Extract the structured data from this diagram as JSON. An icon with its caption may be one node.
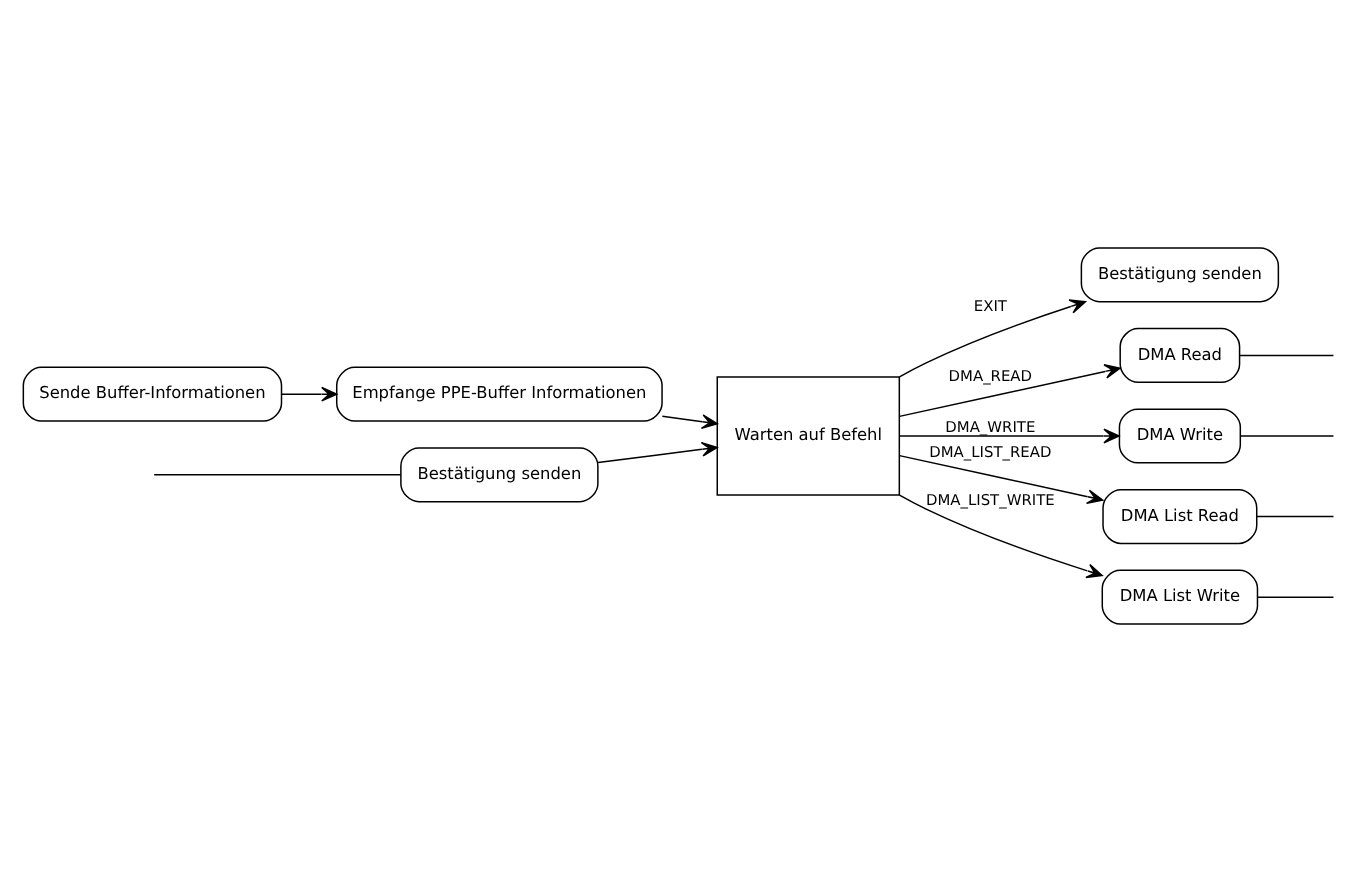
{
  "diagram": {
    "nodes": [
      {
        "text": [
          "Sende Buffer-Informationen"
        ]
      },
      {
        "text": [
          "Empfange PPE-Buffer Informationen"
        ]
      },
      {
        "text": [
          "Warten auf Befehl"
        ]
      },
      {
        "text": [
          "Bestätigung senden"
        ]
      },
      {
        "text": [
          "DMA Read"
        ]
      },
      {
        "text": [
          "DMA Write"
        ]
      },
      {
        "text": [
          "DMA List Read"
        ]
      },
      {
        "text": [
          "DMA List Write"
        ]
      },
      {
        "text": [
          "Bestätigung senden"
        ]
      }
    ],
    "edges": [
      {
        "from": 0,
        "to": 1,
        "arrow": "to"
      },
      {
        "from": 1,
        "to": 2,
        "arrow": "to"
      },
      {
        "from": 2,
        "to": 3,
        "arrow": "to",
        "label": "EXIT"
      },
      {
        "from": 2,
        "to": 4,
        "arrow": "to",
        "label": "DMA_READ"
      },
      {
        "from": 2,
        "to": 5,
        "arrow": "to",
        "label": "DMA_WRITE"
      },
      {
        "from": 2,
        "to": 6,
        "arrow": "to",
        "label": "DMA_LIST_READ"
      },
      {
        "from": 2,
        "to": 7,
        "arrow": "to",
        "label": "DMA_LIST_WRITE"
      },
      {
        "from": 8,
        "to": 2,
        "arrow": "to"
      },
      {
        "from": 4,
        "to": null,
        "arrow": "none"
      },
      {
        "from": 5,
        "to": null,
        "arrow": "none"
      },
      {
        "from": 6,
        "to": null,
        "arrow": "none"
      },
      {
        "from": 7,
        "to": null,
        "arrow": "none"
      },
      {
        "from": null,
        "to": 8,
        "arrow": "none"
      }
    ]
  }
}
